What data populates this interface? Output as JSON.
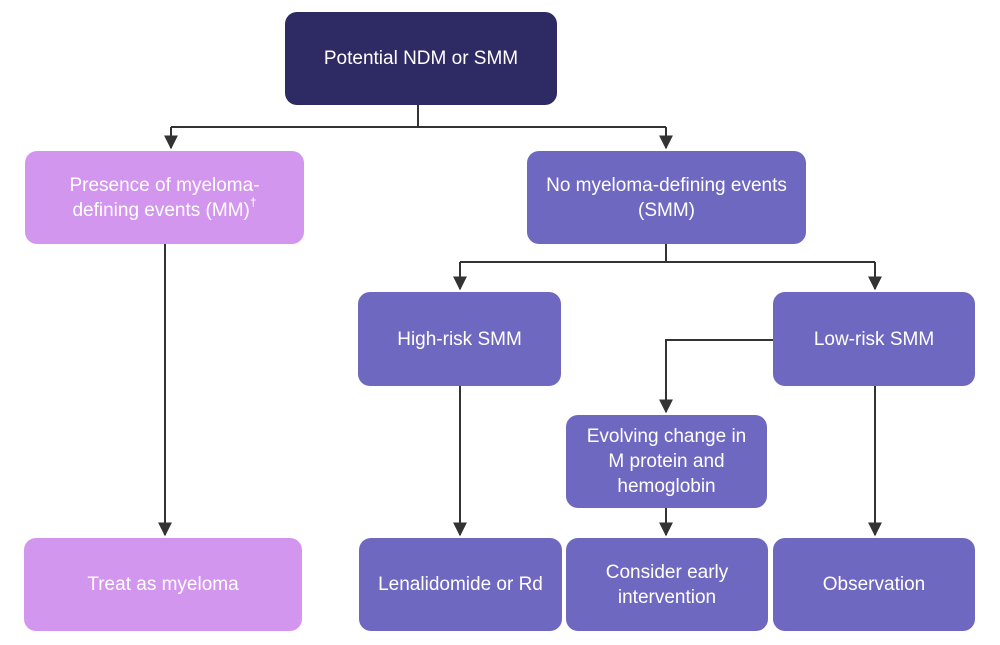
{
  "diagram": {
    "nodes": {
      "root": "Potential NDM or SMM",
      "mm_events": {
        "text": "Presence of myeloma-defining events (MM)",
        "superscript": "†"
      },
      "no_mm_events": "No myeloma-defining events (SMM)",
      "high_risk": "High-risk SMM",
      "low_risk": "Low-risk SMM",
      "evolving": "Evolving change in M protein and hemoglobin",
      "treat": "Treat as myeloma",
      "lenalidomide": "Lenalidomide or Rd",
      "early": "Consider early intervention",
      "observation": "Observation"
    },
    "colors": {
      "root": "#2e2a63",
      "mm_branch": "#d396ee",
      "smm_branch": "#6f68c0",
      "connector": "#333333"
    },
    "edges": [
      [
        "root",
        "mm_events"
      ],
      [
        "root",
        "no_mm_events"
      ],
      [
        "mm_events",
        "treat"
      ],
      [
        "no_mm_events",
        "high_risk"
      ],
      [
        "no_mm_events",
        "low_risk"
      ],
      [
        "high_risk",
        "lenalidomide"
      ],
      [
        "low_risk",
        "evolving"
      ],
      [
        "low_risk",
        "observation"
      ],
      [
        "evolving",
        "early"
      ]
    ]
  }
}
